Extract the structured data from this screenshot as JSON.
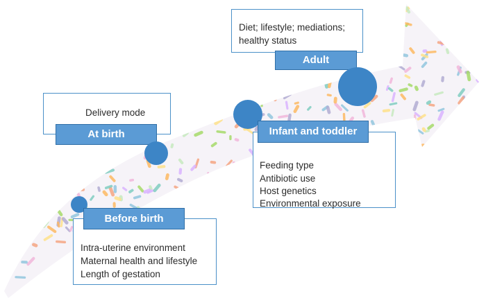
{
  "colors": {
    "tag_fill": "#5b9bd5",
    "circle_fill": "#3d85c6",
    "box_border": "#4a90c8",
    "pill_palette": [
      "#f4a582",
      "#92c5de",
      "#b2abd2",
      "#fdb863",
      "#a6d96a",
      "#f1b6da",
      "#80cdc1",
      "#d9b3ff",
      "#fee08b",
      "#c7e9c0"
    ]
  },
  "stages": [
    {
      "label": "Before birth",
      "notes": [
        "Intra-uterine environment",
        "Maternal health and lifestyle",
        "Length of gestation"
      ]
    },
    {
      "label": "At birth",
      "notes": [
        "Delivery mode"
      ]
    },
    {
      "label": "Infant and toddler",
      "notes": [
        "Feeding type",
        "Antibiotic use",
        "Host genetics",
        "Environmental exposure"
      ]
    },
    {
      "label": "Adult",
      "notes": [
        "Diet; lifestyle; mediations;",
        "healthy status"
      ]
    }
  ]
}
